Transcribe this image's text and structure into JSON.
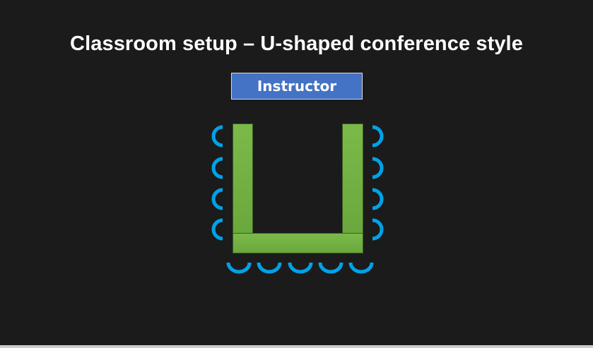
{
  "slide": {
    "title": "Classroom setup – U-shaped conference style"
  },
  "instructor": {
    "label": "Instructor"
  },
  "colors": {
    "background": "#1b1b1b",
    "title": "#ffffff",
    "instructor_fill": "#4472c4",
    "table_fill": "#70ad47",
    "chair": "#00a2e8"
  },
  "layout": {
    "left_side_chairs": 4,
    "right_side_chairs": 4,
    "bottom_chairs": 5
  }
}
